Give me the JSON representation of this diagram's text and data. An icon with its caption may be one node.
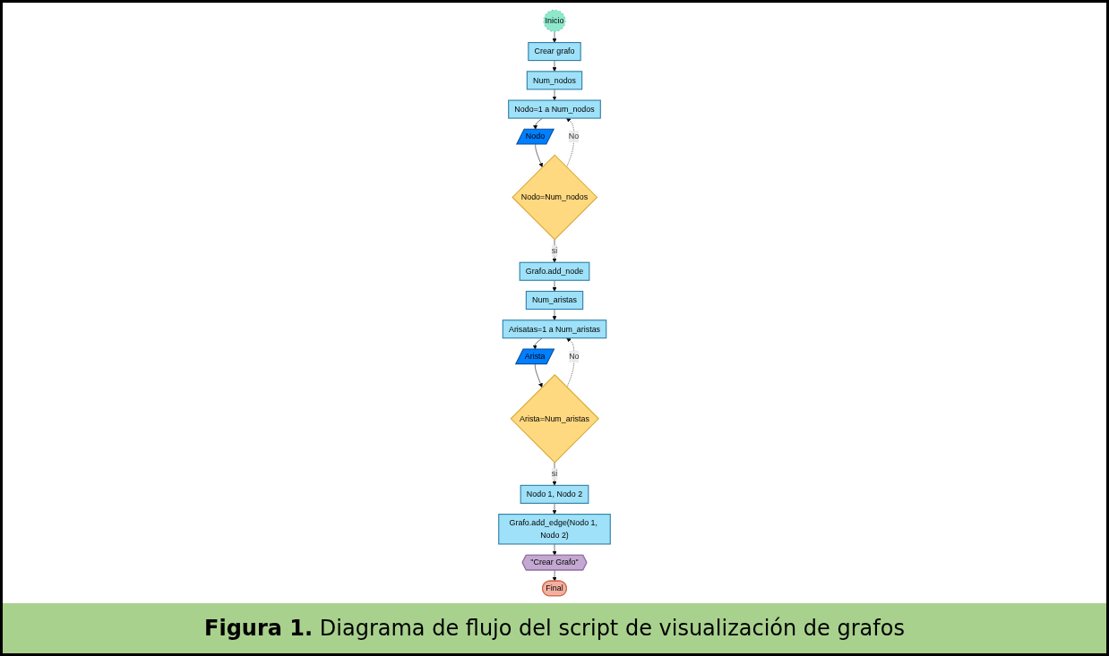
{
  "diagram": {
    "caption": "**Figura 1.** Diagrama de flujo del script de visualización de grafos",
    "nodes": [
      {
        "text": [
          "Inicio"
        ]
      },
      {
        "text": [
          "Crear grafo"
        ]
      },
      {
        "text": [
          "Num_nodos"
        ]
      },
      {
        "text": [
          "Nodo=1 a Num_nodos"
        ]
      },
      {
        "text": [
          "Nodo"
        ]
      },
      {
        "text": [
          "Nodo=Num_nodos"
        ]
      },
      {
        "text": [
          "Grafo.add_node"
        ]
      },
      {
        "text": [
          "Num_aristas"
        ]
      },
      {
        "text": [
          "Arisatas=1 a Num_aristas"
        ]
      },
      {
        "text": [
          "Arista"
        ]
      },
      {
        "text": [
          "Arista=Num_aristas"
        ]
      },
      {
        "text": [
          "Nodo 1, Nodo 2"
        ]
      },
      {
        "text": [
          "Grafo.add_edge(Nodo 1, Nodo 2)"
        ]
      },
      {
        "text": [
          "\"Crear Grafo\""
        ]
      },
      {
        "text": [
          "Final"
        ]
      }
    ],
    "edges": [
      {
        "from": 0,
        "to": 1,
        "arrow": "to"
      },
      {
        "from": 1,
        "to": 2,
        "arrow": "to"
      },
      {
        "from": 2,
        "to": 3,
        "arrow": "to"
      },
      {
        "from": 3,
        "to": 4,
        "arrow": "to"
      },
      {
        "from": 4,
        "to": 5,
        "arrow": "to"
      },
      {
        "from": 5,
        "to": 3,
        "arrow": "to",
        "label": "No",
        "style": "dashed"
      },
      {
        "from": 5,
        "to": 6,
        "arrow": "to",
        "label": "si"
      },
      {
        "from": 6,
        "to": 7,
        "arrow": "to"
      },
      {
        "from": 7,
        "to": 8,
        "arrow": "to"
      },
      {
        "from": 8,
        "to": 9,
        "arrow": "to"
      },
      {
        "from": 9,
        "to": 10,
        "arrow": "to"
      },
      {
        "from": 10,
        "to": 8,
        "arrow": "to",
        "label": "No",
        "style": "dashed"
      },
      {
        "from": 10,
        "to": 11,
        "arrow": "to",
        "label": "si"
      },
      {
        "from": 11,
        "to": 12,
        "arrow": "to"
      },
      {
        "from": 12,
        "to": 13,
        "arrow": "to"
      },
      {
        "from": 13,
        "to": 14,
        "arrow": "to"
      }
    ]
  }
}
